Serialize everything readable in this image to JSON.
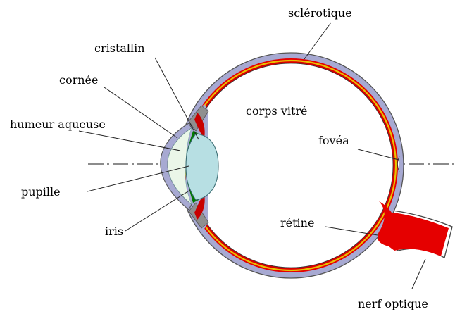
{
  "labels": {
    "sclerotique": "sclérotique",
    "cristallin": "cristallin",
    "cornee": "cornée",
    "corps_vitre": "corps vitré",
    "humeur_aqueuse": "humeur aqueuse",
    "fovea": "fovéa",
    "pupille": "pupille",
    "retine": "rétine",
    "iris": "iris",
    "nerf_optique": "nerf optique"
  },
  "colors": {
    "sclera": "#a7a9d2",
    "choroid_red": "#e50000",
    "retina_yellow": "#e8c200",
    "lens": "#b7dfe3",
    "aqueous": "#eaf6e8",
    "iris_green": "#007a00",
    "ciliary_gray": "#8f8f8f",
    "axis_line": "#666666"
  }
}
